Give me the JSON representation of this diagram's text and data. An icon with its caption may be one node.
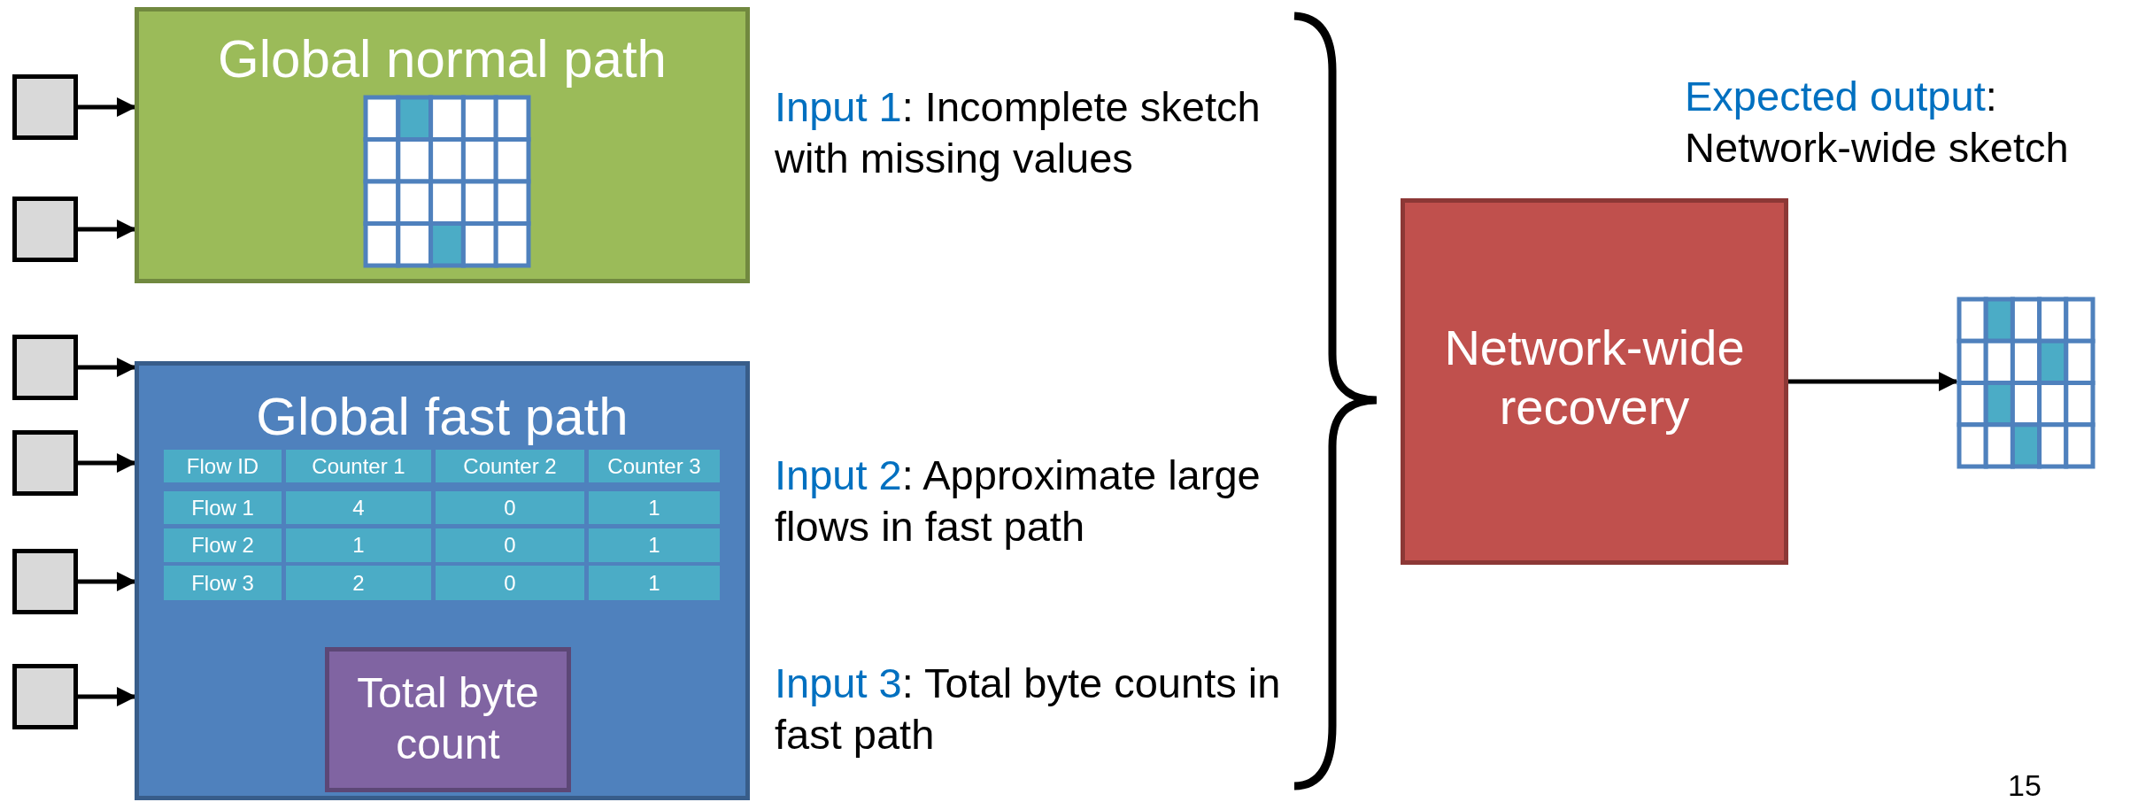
{
  "diagram": {
    "nodes": [
      {
        "text": [
          "Global normal path"
        ]
      },
      {
        "text": [
          "Global fast path"
        ]
      },
      {
        "text": [
          "Total byte count"
        ],
        "in": 1
      },
      {
        "text": [
          "Network-wide recovery"
        ]
      },
      {
        "text": [],
        "shape": "box"
      },
      {
        "text": [],
        "shape": "box"
      },
      {
        "text": [],
        "shape": "box"
      },
      {
        "text": [],
        "shape": "box"
      },
      {
        "text": [],
        "shape": "box"
      },
      {
        "text": [],
        "shape": "box"
      },
      {
        "text": [],
        "shape": "grid"
      }
    ],
    "edges": [
      {
        "from": 4,
        "to": 0,
        "arrow": "to"
      },
      {
        "from": 5,
        "to": 0,
        "arrow": "to"
      },
      {
        "from": 6,
        "to": 1,
        "arrow": "to"
      },
      {
        "from": 7,
        "to": 1,
        "arrow": "to"
      },
      {
        "from": 8,
        "to": 1,
        "arrow": "to"
      },
      {
        "from": 9,
        "to": 1,
        "arrow": "to"
      },
      {
        "from": 3,
        "to": 10,
        "arrow": "to"
      }
    ],
    "labels": [
      "Input 1: Incomplete sketch with missing values",
      "Flow ID",
      "Counter 1",
      "Counter 2",
      "Counter 3",
      "Flow 1",
      "4",
      "0",
      "1",
      "Flow 2",
      "1",
      "0",
      "1",
      "Flow 3",
      "2",
      "0",
      "1",
      "Input 2: Approximate large flows in fast path",
      "Input 3: Total byte counts in fast path",
      "Expected output: Network-wide sketch",
      "15"
    ]
  }
}
